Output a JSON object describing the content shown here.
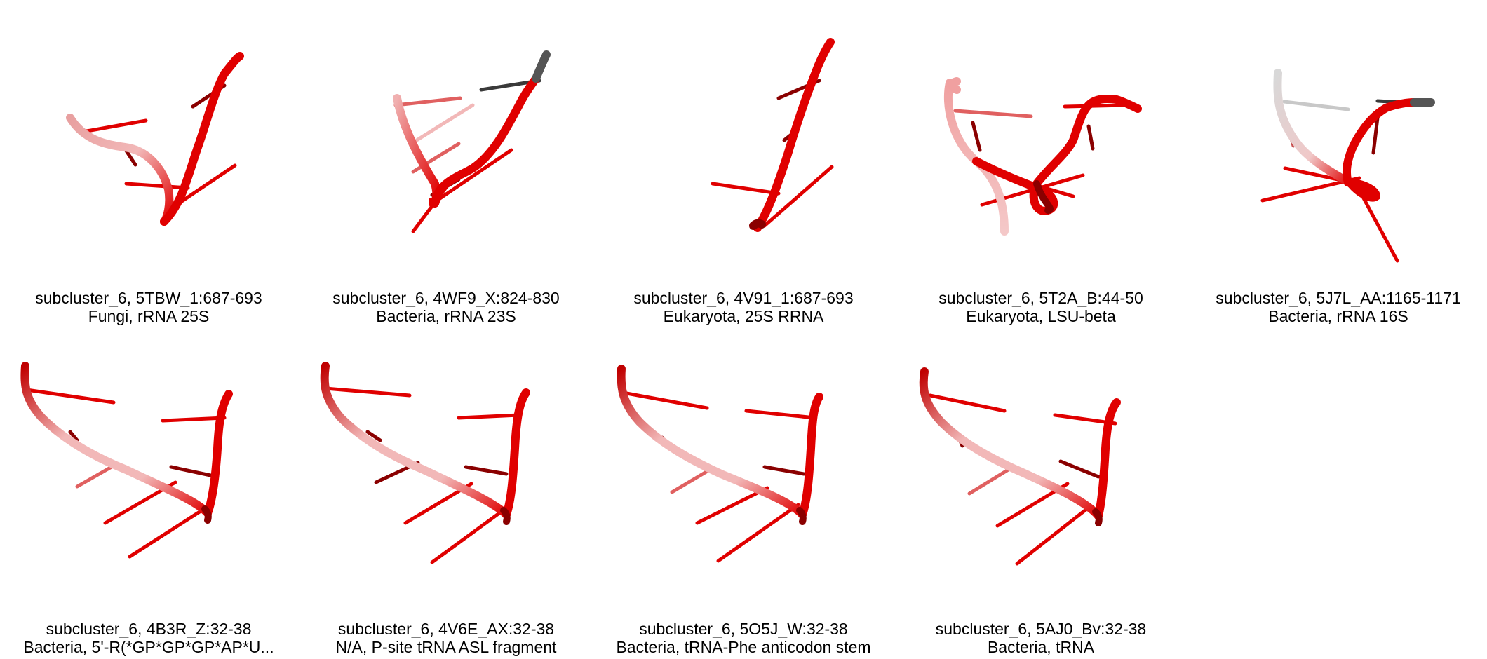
{
  "panels": [
    {
      "title": "subcluster_6, 5TBW_1:687-693",
      "subtitle": "Fungi, rRNA 25S",
      "structure_icon": "rna-backbone-icon",
      "colors": {
        "main": "#e00000",
        "fade": "#f4a0a0",
        "dark": "#8a0000"
      }
    },
    {
      "title": "subcluster_6, 4WF9_X:824-830",
      "subtitle": "Bacteria, rRNA 23S",
      "structure_icon": "rna-backbone-icon",
      "colors": {
        "main": "#e00000",
        "fade": "#f4a0a0",
        "dark": "#8a0000",
        "grey": "#555555"
      }
    },
    {
      "title": "subcluster_6, 4V91_1:687-693",
      "subtitle": "Eukaryota, 25S RRNA",
      "structure_icon": "rna-backbone-icon",
      "colors": {
        "main": "#e00000",
        "dark": "#8a0000"
      }
    },
    {
      "title": "subcluster_6, 5T2A_B:44-50",
      "subtitle": "Eukaryota, LSU-beta",
      "structure_icon": "rna-backbone-icon",
      "colors": {
        "main": "#e00000",
        "fade": "#f4a0a0",
        "dark": "#8a0000"
      }
    },
    {
      "title": "subcluster_6, 5J7L_AA:1165-1171",
      "subtitle": "Bacteria, rRNA 16S",
      "structure_icon": "rna-backbone-icon",
      "colors": {
        "main": "#e00000",
        "fade": "#d0d0d0",
        "dark": "#8a0000",
        "grey": "#555555"
      }
    },
    {
      "title": "subcluster_6, 4B3R_Z:32-38",
      "subtitle": "Bacteria, 5'-R(*GP*GP*GP*AP*U...",
      "structure_icon": "rna-backbone-icon",
      "colors": {
        "main": "#e00000",
        "fade": "#f4a0a0",
        "dark": "#8a0000"
      }
    },
    {
      "title": "subcluster_6, 4V6E_AX:32-38",
      "subtitle": "N/A, P-site tRNA ASL fragment",
      "structure_icon": "rna-backbone-icon",
      "colors": {
        "main": "#e00000",
        "fade": "#f4a0a0",
        "dark": "#8a0000"
      }
    },
    {
      "title": "subcluster_6, 5O5J_W:32-38",
      "subtitle": "Bacteria, tRNA-Phe anticodon stem",
      "structure_icon": "rna-backbone-icon",
      "colors": {
        "main": "#e00000",
        "fade": "#f4a0a0",
        "dark": "#8a0000"
      }
    },
    {
      "title": "subcluster_6, 5AJ0_Bv:32-38",
      "subtitle": "Bacteria, tRNA",
      "structure_icon": "rna-backbone-icon",
      "colors": {
        "main": "#e00000",
        "fade": "#f4a0a0",
        "dark": "#8a0000"
      }
    }
  ]
}
